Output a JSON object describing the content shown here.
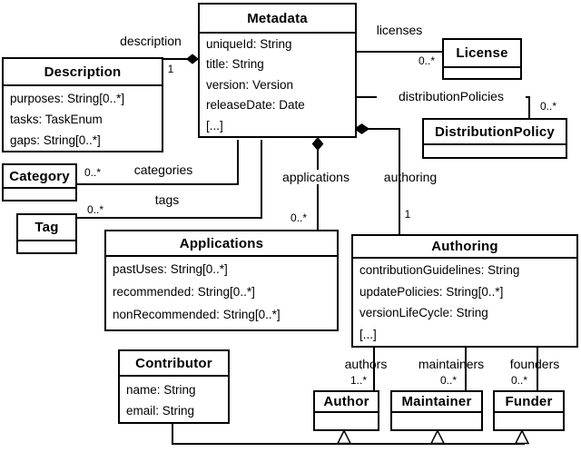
{
  "diagram": {
    "kind": "uml-class-diagram",
    "colors": {
      "line": "#000000",
      "background": "#ffffff",
      "text": "#000000"
    },
    "classes": {
      "metadata": {
        "name": "Metadata",
        "attrs": [
          "uniqueId: String",
          "title: String",
          "version: Version",
          "releaseDate: Date",
          "[...]"
        ]
      },
      "description": {
        "name": "Description",
        "attrs": [
          "purposes: String[0..*]",
          "tasks: TaskEnum",
          "gaps: String[0..*]"
        ]
      },
      "license": {
        "name": "License",
        "attrs": []
      },
      "distributionPolicy": {
        "name": "DistributionPolicy",
        "attrs": []
      },
      "category": {
        "name": "Category",
        "attrs": []
      },
      "tag": {
        "name": "Tag",
        "attrs": []
      },
      "applications": {
        "name": "Applications",
        "attrs": [
          "pastUses: String[0..*]",
          "recommended: String[0..*]",
          "nonRecommended: String[0..*]"
        ]
      },
      "authoring": {
        "name": "Authoring",
        "attrs": [
          "contributionGuidelines: String",
          "updatePolicies: String[0..*]",
          "versionLifeCycle: String",
          "[...]"
        ]
      },
      "contributor": {
        "name": "Contributor",
        "attrs": [
          "name: String",
          "email: String"
        ]
      },
      "author": {
        "name": "Author",
        "attrs": []
      },
      "maintainer": {
        "name": "Maintainer",
        "attrs": []
      },
      "funder": {
        "name": "Funder",
        "attrs": []
      }
    },
    "associations": {
      "description": {
        "label": "description",
        "multiplicity": "1"
      },
      "licenses": {
        "label": "licenses",
        "multiplicity": "0..*"
      },
      "distributionPolicies": {
        "label": "distributionPolicies",
        "multiplicity": "0..*"
      },
      "categories": {
        "label": "categories",
        "multiplicity": "0..*"
      },
      "tags": {
        "label": "tags",
        "multiplicity": "0..*"
      },
      "applications": {
        "label": "applications",
        "multiplicity": "0..*"
      },
      "authoring": {
        "label": "authoring",
        "multiplicity": "1"
      },
      "authors": {
        "label": "authors",
        "multiplicity": "1..*"
      },
      "maintainers": {
        "label": "maintainers",
        "multiplicity": "0..*"
      },
      "founders": {
        "label": "founders",
        "multiplicity": "0..*"
      }
    }
  }
}
